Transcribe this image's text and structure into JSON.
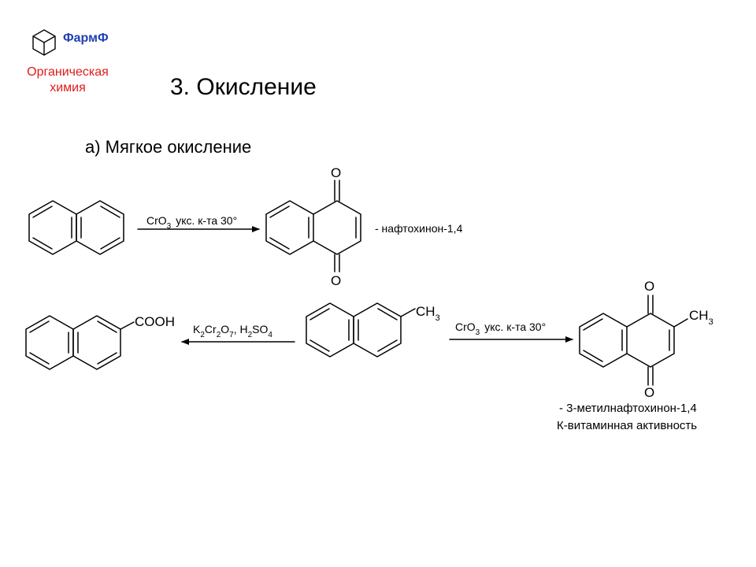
{
  "logo": {
    "brand": "ФармФ",
    "subtitle_line1": "Органическая",
    "subtitle_line2": "химия"
  },
  "slide": {
    "title": "3. Окисление",
    "subtitle": "а) Мягкое окисление"
  },
  "reaction1": {
    "reagent_formula": "CrO",
    "reagent_subscript": "3",
    "reagent_conditions": "укс. к-та 30°",
    "product_name": "- нафтохинон-1,4"
  },
  "reaction2": {
    "substituent": "CH",
    "substituent_subscript": "3",
    "left_product_group": "COOH",
    "left_reagent": {
      "k": "K",
      "k_sub": "2",
      "cr": "Cr",
      "cr_sub": "2",
      "o": "O",
      "o_sub": "7",
      "separator": ", ",
      "h": "H",
      "h_sub": "2",
      "so": "SO",
      "so_sub": "4"
    },
    "right_reagent_formula": "CrO",
    "right_reagent_subscript": "3",
    "right_reagent_conditions": "укс. к-та 30°",
    "product_name_line1": "- 3-метилнафтохинон-1,4",
    "product_name_line2": "К-витаминная активность"
  },
  "atoms": {
    "oxygen": "O"
  }
}
